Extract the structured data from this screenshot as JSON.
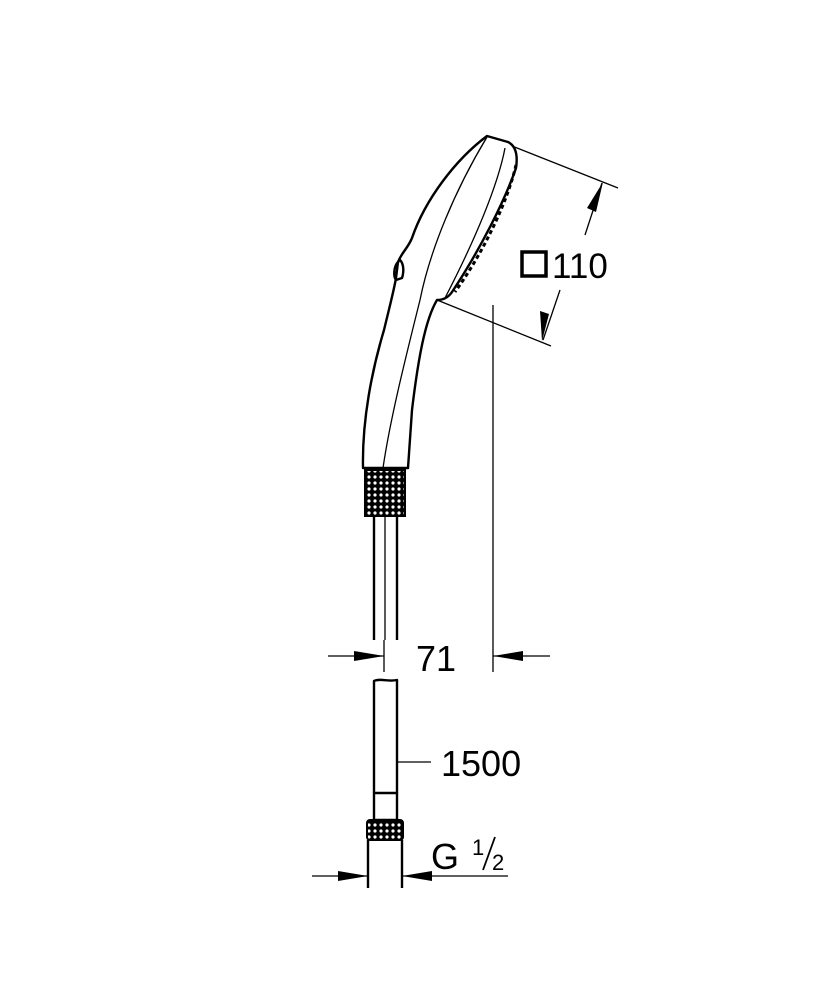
{
  "dimensions": {
    "head_size": "110",
    "projection": "71",
    "hose_length": "1500",
    "thread_letter": "G",
    "thread_numerator": "1",
    "thread_denominator": "2"
  },
  "colors": {
    "line": "#000000",
    "background": "#ffffff"
  }
}
